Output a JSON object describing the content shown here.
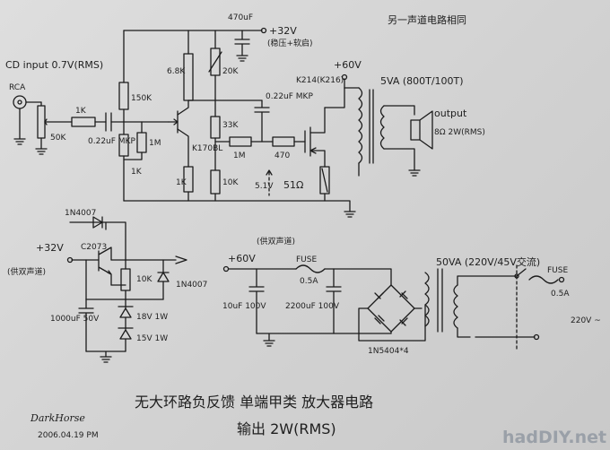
{
  "header": {
    "other_channel_note": "另一声道电路相同"
  },
  "amp": {
    "cd_input": "CD input 0.7V(RMS)",
    "rca": "RCA",
    "pot": "50K",
    "r_series": "1K",
    "c_in": "0.22uF MKP",
    "r_150k": "150K",
    "r_1m_bias": "1M",
    "r_1k_low": "1K",
    "r_6k8": "6.8K",
    "q1": "K170BL",
    "r_1k_src": "1K",
    "vr_20k": "20K",
    "c_470u": "470uF",
    "supply_32v": "+32V",
    "supply_32v_note": "(稳压+软启)",
    "r_33k": "33K",
    "r_10k": "10K",
    "c_fb": "0.22uF MKP",
    "r_1m_fb": "1M",
    "r_470": "470",
    "q2": "K214(K216)",
    "v_gs": "5.1V",
    "r_51": "51Ω",
    "supply_60v": "+60V",
    "transformer": "5VA (800T/100T)",
    "output": "output",
    "output_spec": "8Ω 2W(RMS)"
  },
  "regulator": {
    "d_top": "1N4007",
    "input": "+32V",
    "input_note": "(供双声道)",
    "q": "C2073",
    "r_10k": "10K",
    "d_right": "1N4007",
    "cap": "1000uF 50V",
    "z1": "18V 1W",
    "z2": "15V 1W"
  },
  "psu": {
    "out": "+60V",
    "out_note": "(供双声道)",
    "fuse_dc": "FUSE",
    "fuse_dc_val": "0.5A",
    "c1": "10uF 100V",
    "c2": "2200uF 100V",
    "bridge": "1N5404*4",
    "transformer": "50VA (220V/45V交流)",
    "fuse_ac": "FUSE",
    "fuse_ac_val": "0.5A",
    "mains": "220V ~"
  },
  "footer": {
    "title": "无大环路负反馈 单端甲类 放大器电路",
    "subtitle": "输出 2W(RMS)",
    "author": "DarkHorse",
    "date": "2006.04.19 PM",
    "watermark": "hadDIY.net"
  }
}
